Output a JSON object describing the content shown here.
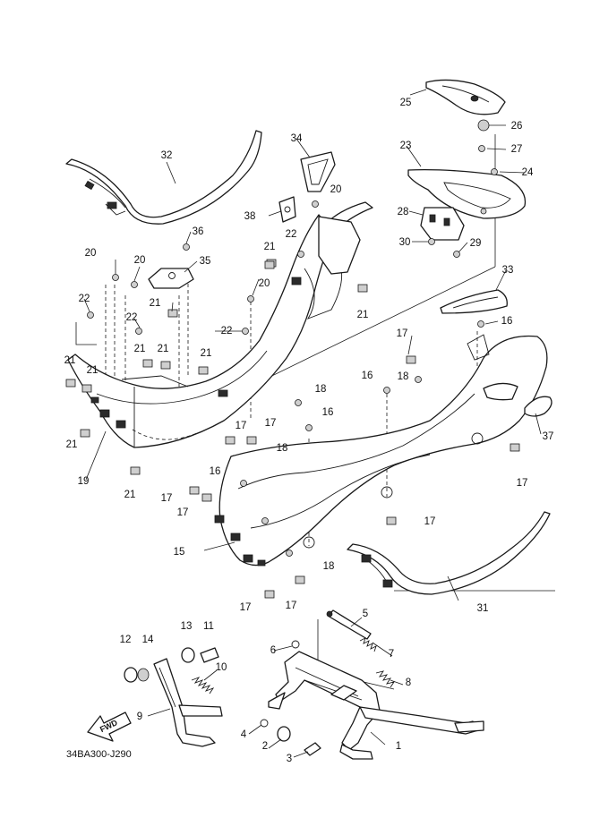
{
  "diagram": {
    "drawing_code": "34BA300-J290",
    "direction_label": "FWD",
    "callouts": [
      "1",
      "2",
      "3",
      "4",
      "5",
      "6",
      "7",
      "8",
      "9",
      "10",
      "11",
      "12",
      "13",
      "14",
      "15",
      "16",
      "17",
      "18",
      "19",
      "20",
      "21",
      "22",
      "23",
      "24",
      "25",
      "26",
      "27",
      "28",
      "29",
      "30",
      "31",
      "32",
      "33",
      "34",
      "35",
      "36",
      "37",
      "38"
    ]
  }
}
